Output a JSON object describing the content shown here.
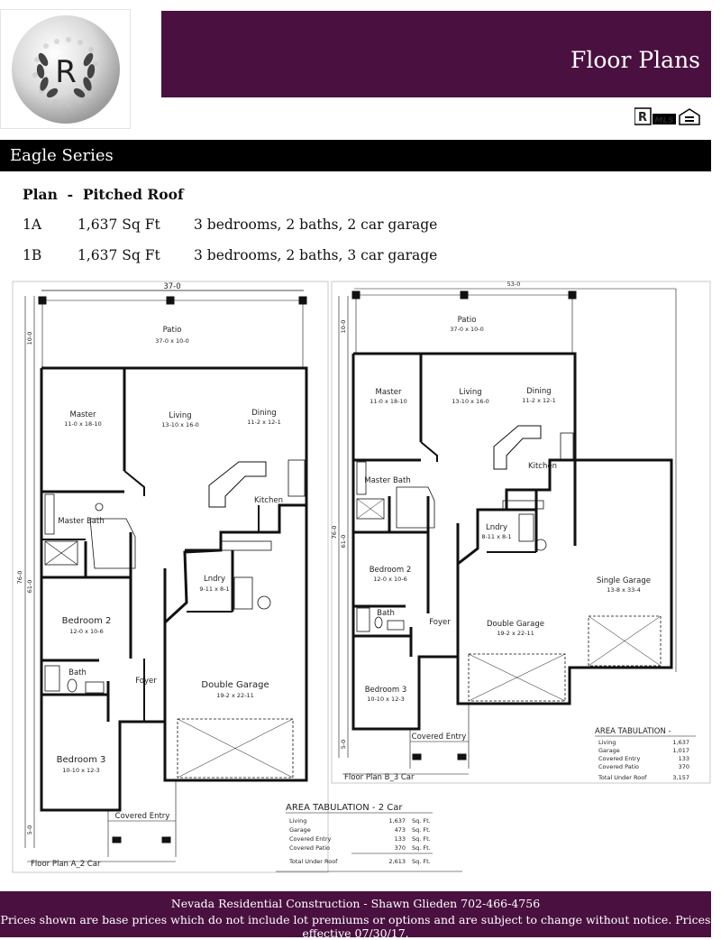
{
  "logo": {
    "letter": "R"
  },
  "header": {
    "title": "Floor Plans"
  },
  "badges": {
    "realtor": "R",
    "mls": "MLS"
  },
  "series": {
    "title": "Eagle Series"
  },
  "plans": {
    "heading": "Plan  -  Pitched Roof",
    "rows": [
      {
        "id": "1A",
        "sqft": "1,637 Sq Ft",
        "desc": "3 bedrooms, 2 baths, 2 car garage"
      },
      {
        "id": "1B",
        "sqft": "1,637 Sq Ft",
        "desc": "3 bedrooms, 2 baths, 3 car garage"
      }
    ]
  },
  "floor_plan_a": {
    "caption": "Floor Plan A_2 Car",
    "width_dim": "37-0",
    "dims": {
      "top": "10-0",
      "mid": "61-0",
      "total": "76-0",
      "bottom": "5-0"
    },
    "rooms": {
      "patio": {
        "name": "Patio",
        "size": "37-0 x 10-0"
      },
      "master": {
        "name": "Master",
        "size": "11-0 x 18-10"
      },
      "living": {
        "name": "Living",
        "size": "13-10 x 16-0"
      },
      "dining": {
        "name": "Dining",
        "size": "11-2 x 12-1"
      },
      "kitchen": {
        "name": "Kitchen"
      },
      "master_bath": {
        "name": "Master Bath"
      },
      "laundry": {
        "name": "Lndry",
        "size": "9-11 x 8-1"
      },
      "bedroom2": {
        "name": "Bedroom 2",
        "size": "12-0 x 10-6"
      },
      "bath": {
        "name": "Bath"
      },
      "foyer": {
        "name": "Foyer"
      },
      "garage": {
        "name": "Double Garage",
        "size": "19-2 x 22-11"
      },
      "bedroom3": {
        "name": "Bedroom 3",
        "size": "10-10 x 12-3"
      },
      "covered_entry": {
        "name": "Covered Entry"
      }
    },
    "area_tabulation": {
      "title": "AREA TABULATION - 2 Car",
      "rows": [
        {
          "label": "Living",
          "value": "1,637",
          "unit": "Sq. Ft."
        },
        {
          "label": "Garage",
          "value": "473",
          "unit": "Sq. Ft."
        },
        {
          "label": "Covered Entry",
          "value": "133",
          "unit": "Sq. Ft."
        },
        {
          "label": "Covered Patio",
          "value": "370",
          "unit": "Sq. Ft."
        }
      ],
      "total_label": "Total Under Roof",
      "total_value": "2,613",
      "total_unit": "Sq. Ft."
    }
  },
  "floor_plan_b": {
    "caption": "Floor Plan B_3 Car",
    "width_dim": "53-0",
    "dims": {
      "top": "10-0",
      "mid": "61-0",
      "total": "76-0",
      "bottom": "5-0"
    },
    "rooms": {
      "patio": {
        "name": "Patio",
        "size": "37-0 x 10-0"
      },
      "master": {
        "name": "Master",
        "size": "11-0 x 18-10"
      },
      "living": {
        "name": "Living",
        "size": "13-10 x 16-0"
      },
      "dining": {
        "name": "Dining",
        "size": "11-2 x 12-1"
      },
      "kitchen": {
        "name": "Kitchen"
      },
      "master_bath": {
        "name": "Master Bath"
      },
      "laundry": {
        "name": "Lndry",
        "size": "8-11 x 8-1"
      },
      "bedroom2": {
        "name": "Bedroom 2",
        "size": "12-0 x 10-6"
      },
      "bath": {
        "name": "Bath"
      },
      "foyer": {
        "name": "Foyer"
      },
      "single_garage": {
        "name": "Single Garage",
        "size": "13-8 x 33-4"
      },
      "double_garage": {
        "name": "Double Garage",
        "size": "19-2 x 22-11"
      },
      "bedroom3": {
        "name": "Bedroom 3",
        "size": "10-10 x 12-3"
      },
      "covered_entry": {
        "name": "Covered Entry"
      }
    },
    "area_tabulation": {
      "title": "AREA TABULATION -",
      "rows": [
        {
          "label": "Living",
          "value": "1,637"
        },
        {
          "label": "Garage",
          "value": "1,017"
        },
        {
          "label": "Covered Entry",
          "value": "133"
        },
        {
          "label": "Covered Patio",
          "value": "370"
        }
      ],
      "total_label": "Total Under Roof",
      "total_value": "3,157"
    }
  },
  "footer": {
    "line1": "Nevada Residential Construction  - Shawn Glieden 702-466-4756",
    "line2": "Prices shown are base prices which do not include lot premiums or options and are subject to change without notice. Prices effective 07/30/17."
  }
}
